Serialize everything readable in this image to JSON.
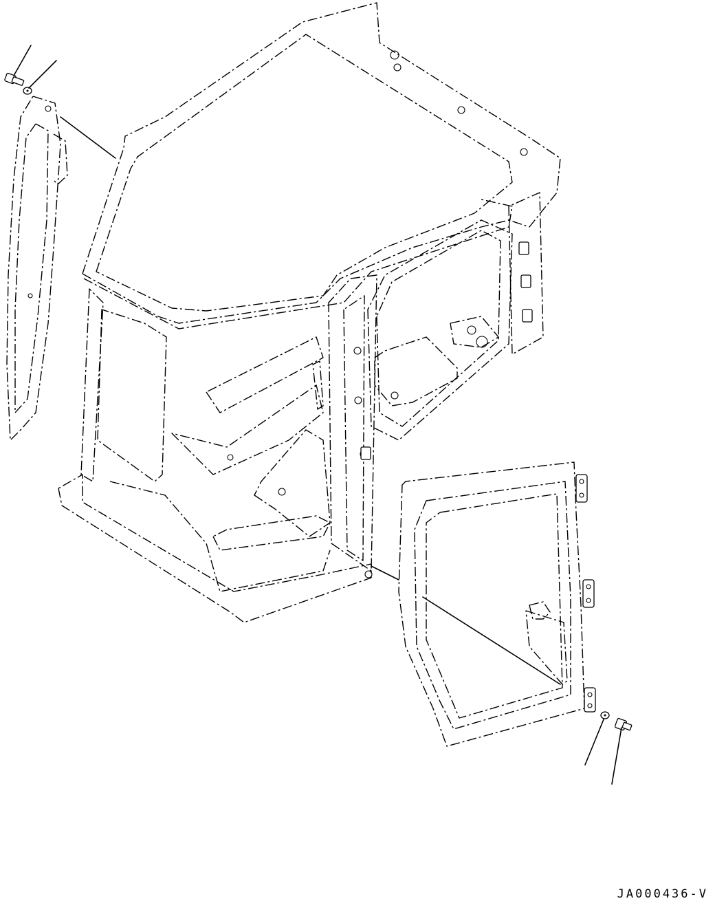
{
  "drawing": {
    "reference_code": "JA000436-V",
    "parts": [
      {
        "name": "cab-frame"
      },
      {
        "name": "left-side-cover"
      },
      {
        "name": "right-door-frame"
      },
      {
        "name": "bolt"
      },
      {
        "name": "washer"
      }
    ]
  }
}
